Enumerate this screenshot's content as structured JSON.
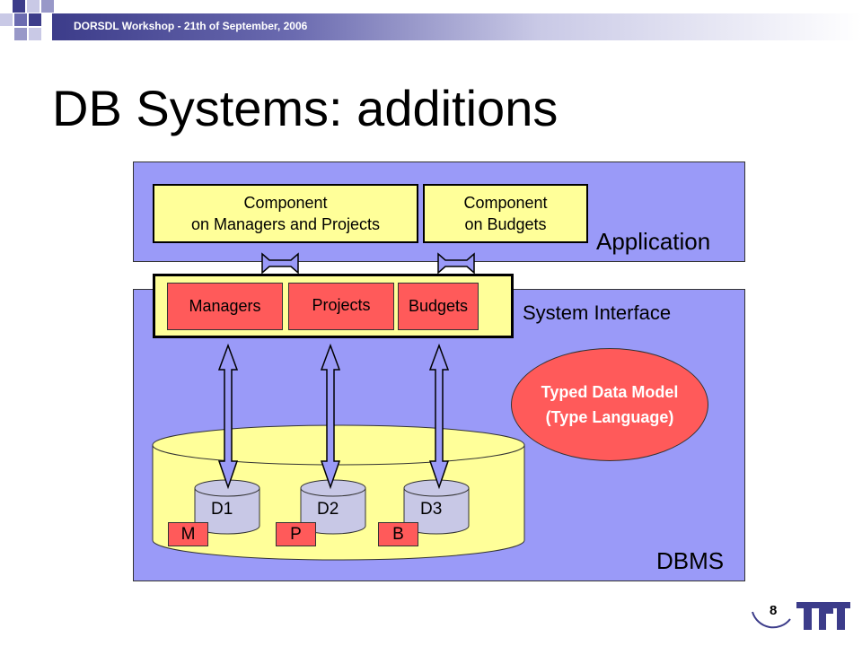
{
  "header": {
    "text": "DORSDL Workshop - 21th of September, 2006"
  },
  "title": "DB Systems: additions",
  "application": {
    "label": "Application",
    "components": [
      {
        "line1": "Component",
        "line2": "on Managers and Projects"
      },
      {
        "line1": "Component",
        "line2": "on Budgets"
      }
    ]
  },
  "system_interface": {
    "label": "System Interface",
    "types": [
      "Managers",
      "Projects",
      "Budgets"
    ]
  },
  "type_model": {
    "line1": "Typed Data Model",
    "line2": "(Type Language)"
  },
  "dbms": {
    "label": "DBMS"
  },
  "databases": [
    {
      "label": "D1",
      "tag": "M"
    },
    {
      "label": "D2",
      "tag": "P"
    },
    {
      "label": "D3",
      "tag": "B"
    }
  ],
  "page_number": "8",
  "colors": {
    "panel": "#9a9af8",
    "component": "#ffff99",
    "type_box": "#ff5a5a",
    "header": "#3c3c8a"
  }
}
